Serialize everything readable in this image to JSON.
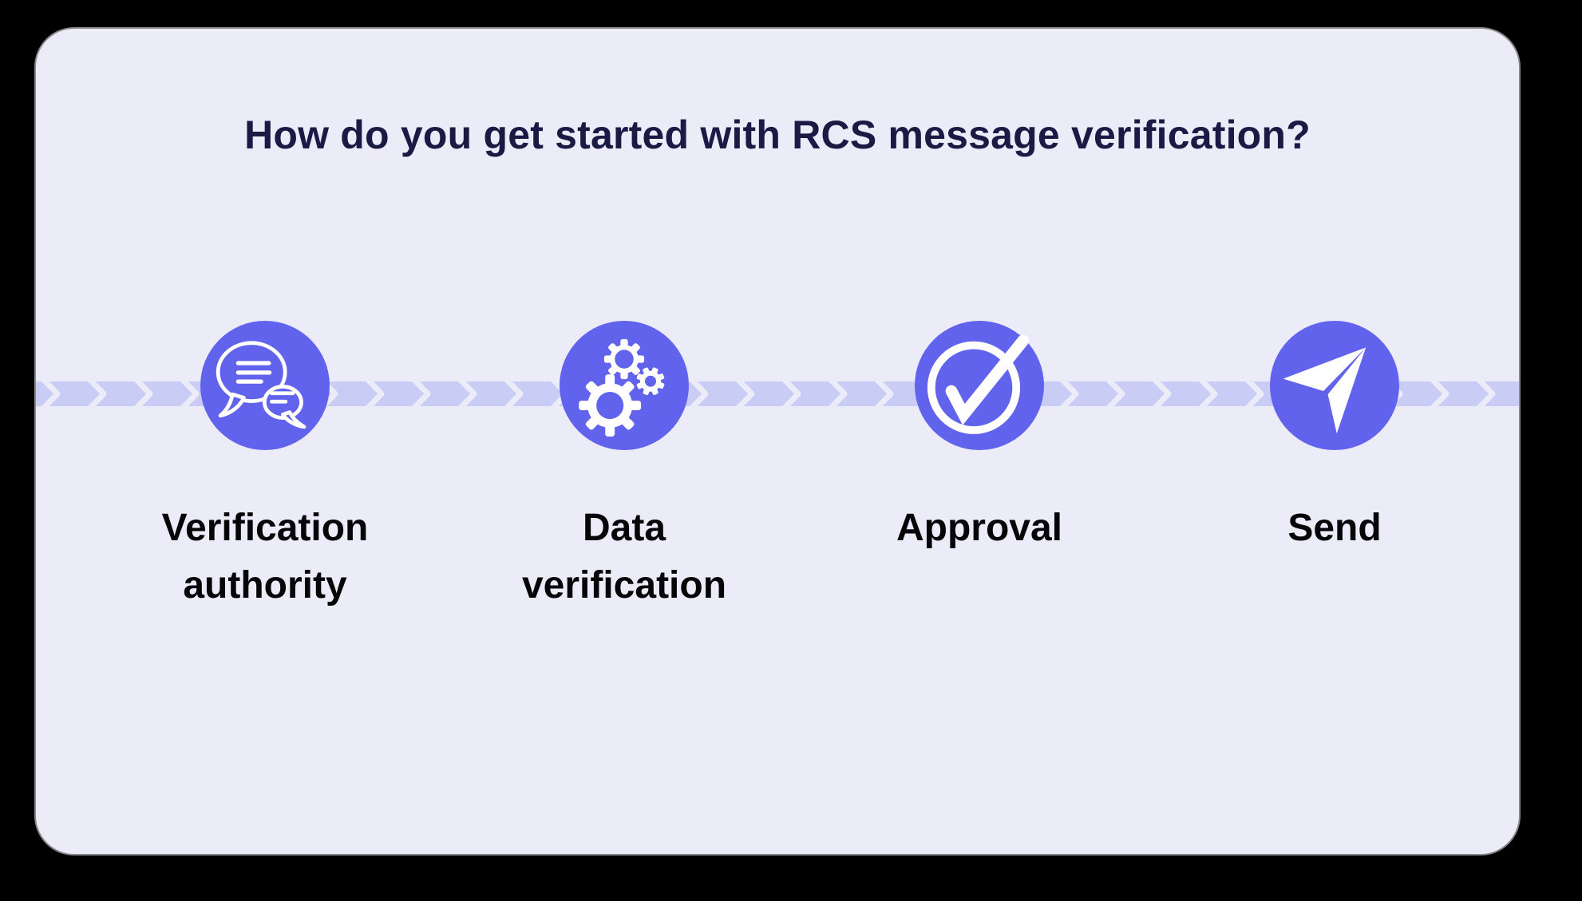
{
  "title": "How do you get started with RCS message verification?",
  "steps": [
    {
      "label": "Verification authority",
      "icon": "chat-bubbles-icon"
    },
    {
      "label": "Data verification",
      "icon": "gears-icon"
    },
    {
      "label": "Approval",
      "icon": "check-circle-icon"
    },
    {
      "label": "Send",
      "icon": "paper-plane-icon"
    }
  ],
  "colors": {
    "background": "#000000",
    "card": "#ececf9",
    "accent": "#6163ed",
    "band": "#c9cdf5",
    "title_text": "#1a1a45",
    "label_text": "#060609",
    "icon_white": "#ffffff"
  }
}
